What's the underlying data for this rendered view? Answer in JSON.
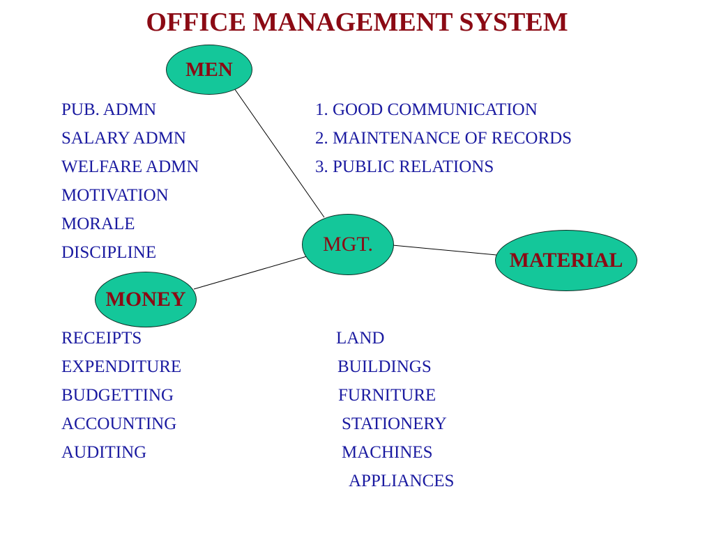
{
  "title": "OFFICE MANAGEMENT SYSTEM",
  "colors": {
    "title": "#8b0a14",
    "node_fill": "#14c79a",
    "node_text": "#8b0a14",
    "list_text": "#1a1aa0",
    "line": "#000000"
  },
  "nodes": {
    "center": "MGT.",
    "men": "MEN",
    "money": "MONEY",
    "material": "MATERIAL"
  },
  "lists": {
    "men_items": [
      "PUB. ADMN",
      "SALARY ADMN",
      "WELFARE ADMN",
      "MOTIVATION",
      "MORALE",
      "DISCIPLINE"
    ],
    "mgt_items": [
      "1. GOOD COMMUNICATION",
      "2. MAINTENANCE OF RECORDS",
      "3. PUBLIC RELATIONS"
    ],
    "money_items": [
      "RECEIPTS",
      "EXPENDITURE",
      "BUDGETTING",
      "ACCOUNTING",
      "AUDITING"
    ],
    "material_items": [
      "LAND",
      "BUILDINGS",
      "FURNITURE",
      "STATIONERY",
      "MACHINES",
      "APPLIANCES"
    ]
  }
}
